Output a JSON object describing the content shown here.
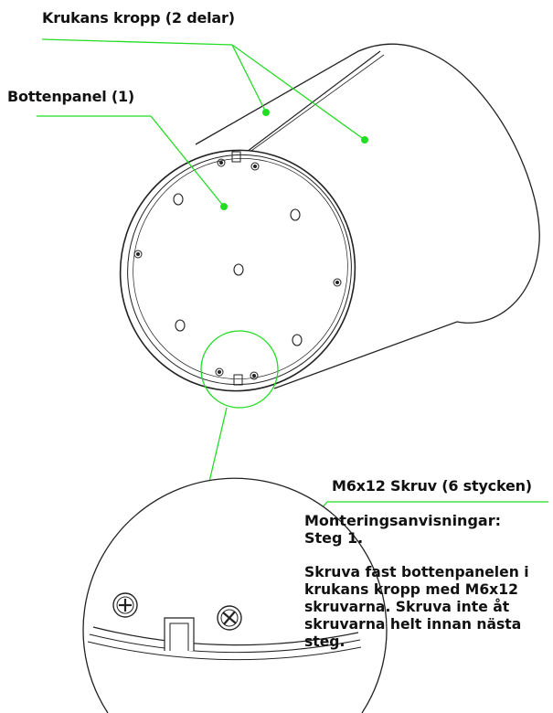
{
  "labels": {
    "planter_body": "Krukans kropp (2 delar)",
    "bottom_panel": "Bottenpanel (1)",
    "screw": "M6x12 Skruv (6 stycken)"
  },
  "instructions": {
    "heading": "Monteringsanvisningar:",
    "step": "Steg 1.",
    "body": "Skruva fast bottenpanelen i krukans kropp med M6x12 skruvarna. Skruva inte åt skruvarna helt innan nästa steg."
  },
  "colors": {
    "leader": "#22dd22",
    "outline": "#222222"
  },
  "icons": [
    "screw-icon",
    "hole-icon",
    "callout-dot-icon",
    "arrowhead-icon"
  ]
}
